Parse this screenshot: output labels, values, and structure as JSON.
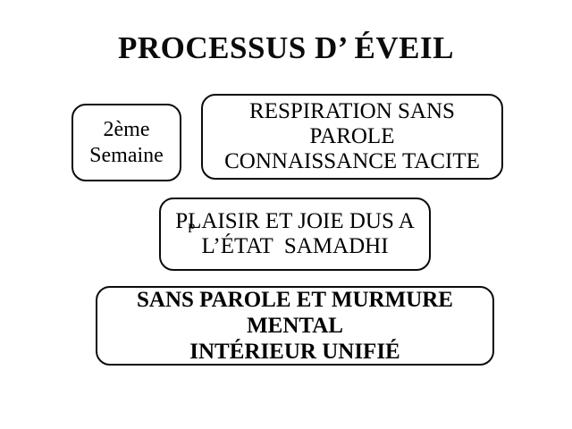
{
  "slide": {
    "title": "PROCESSUS D’ ÉVEIL",
    "week_box": {
      "line1": "2ème",
      "line2": "Semaine"
    },
    "respiration_box": {
      "line1": "RESPIRATION SANS",
      "line2": "PAROLE",
      "line3": "CONNAISSANCE TACITE"
    },
    "plaisir_box": {
      "line1": "PLAISIR ET JOIE DUS A",
      "line2": "L’ÉTAT  SAMADHI",
      "stray_glyph": "P"
    },
    "unified_box": {
      "line1": "SANS PAROLE ET MURMURE",
      "line2": "MENTAL",
      "line3": "INTÉRIEUR UNIFIÉ"
    },
    "colors": {
      "background": "#ffffff",
      "text": "#000000",
      "border": "#000000"
    }
  }
}
